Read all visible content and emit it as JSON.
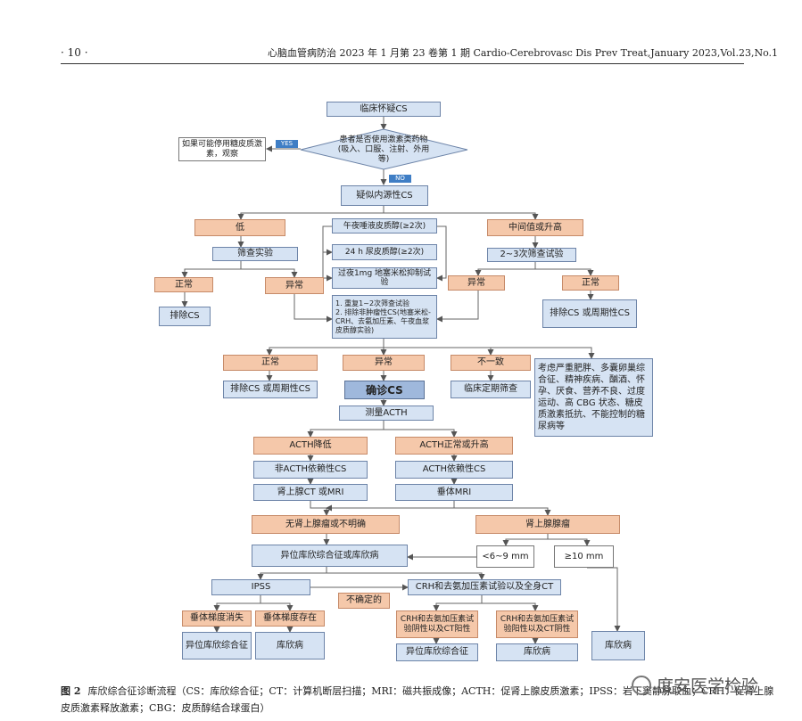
{
  "header": {
    "page": "· 10 ·",
    "journal": "心脑血管病防治 2023 年 1 月第 23 卷第 1 期  Cardio-Cerebrovasc Dis Prev Treat,January 2023,Vol.23,No.1"
  },
  "flow": {
    "start": "临床怀疑CS",
    "q_drug": "患者是否使用激素类药物(吸入、口服、注射、外用等)",
    "yes": "YES",
    "no": "NO",
    "stop_drug": "如果可能停用糖皮质激素，观察",
    "endogenous": "疑似内源性CS",
    "low": "低",
    "mid_high": "中间值或升高",
    "screen": "筛查实验",
    "screen_23": "2~3次筛查试验",
    "test_saliva": "午夜唾液皮质醇(≥2次)",
    "test_urine": "24 h 尿皮质醇(≥2次)",
    "test_dex": "过夜1mg 地塞米松抑制试验",
    "normal_l": "正常",
    "abnormal_l": "异常",
    "abnormal_r": "异常",
    "normal_r": "正常",
    "exclude_l": "排除CS",
    "exclude_r": "排除CS 或周期性CS",
    "repeat": "1. 重复1~2次筛查试验\n2. 排除非肿瘤性CS(地塞米松-CRH、去氨加压素、午夜血浆皮质醇实验)",
    "r2_normal": "正常",
    "r2_abnormal": "异常",
    "r2_inconsistent": "不一致",
    "r2_exclude": "排除CS 或周期性CS",
    "confirmed": "确诊CS",
    "followup": "临床定期筛查",
    "consider": "考虑严重肥胖、多囊卵巢综合征、精神疾病、酗酒、怀孕、厌食、营养不良、过度运动、高 CBG 状态、糖皮质激素抵抗、不能控制的糖尿病等",
    "measure_acth": "测量ACTH",
    "acth_low": "ACTH降低",
    "acth_normal": "ACTH正常或升高",
    "non_dep": "非ACTH依赖性CS",
    "dep": "ACTH依赖性CS",
    "adrenal_ct": "肾上腺CT 或MRI",
    "pituitary_mri": "垂体MRI",
    "no_adenoma": "无肾上腺瘤或不明确",
    "adenoma": "肾上腺腺瘤",
    "ectopic_or_cushing": "异位库欣综合征或库欣病",
    "lt_6_9": "<6~9 mm",
    "ge_10": "≥10 mm",
    "ipss": "IPSS",
    "crh_test": "CRH和去氨加压素试验以及全身CT",
    "uncertain": "不确定的",
    "grad_gone": "垂体梯度消失",
    "grad_present": "垂体梯度存在",
    "crh_neg": "CRH和去氨加压素试验阴性以及CT阳性",
    "crh_pos": "CRH和去氨加压素试验阳性以及CT阴性",
    "ectopic_l": "异位库欣综合征",
    "cushing_l": "库欣病",
    "ectopic_r": "异位库欣综合征",
    "cushing_m": "库欣病",
    "cushing_r": "库欣病"
  },
  "caption": {
    "label": "图 2",
    "text": "库欣综合征诊断流程（CS：库欣综合征；CT：计算机断层扫描；MRI：磁共振成像；ACTH：促肾上腺皮质激素；IPSS：岩下窦静脉取血；CRH：促肾上腺皮质激素释放激素；CBG：皮质醇结合球蛋白）"
  },
  "watermark": "度安医学检验"
}
